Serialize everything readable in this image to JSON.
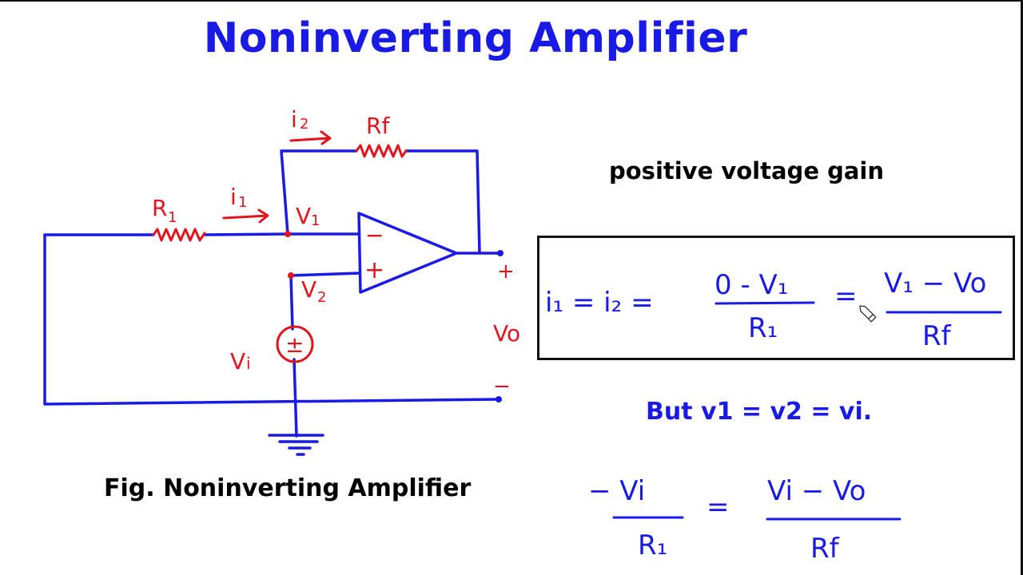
{
  "title": "Noninverting Amplifier",
  "subtitle": "positive voltage gain",
  "figure_caption": "Fig. Noninverting Amplifier",
  "colors": {
    "wire": "#1a1ae6",
    "annotation": "#e0151d",
    "text": "#000000",
    "title": "#1a1ae6"
  },
  "circuit": {
    "labels": {
      "r1": "R",
      "r1_sub": "1",
      "rf": "Rf",
      "i1": "i",
      "i1_sub": "1",
      "i2": "i",
      "i2_sub": "2",
      "v1": "V",
      "v1_sub": "1",
      "v2": "V",
      "v2_sub": "2",
      "vi": "V",
      "vi_sub": "i",
      "vo": "Vo",
      "opamp_minus": "−",
      "opamp_plus": "+",
      "out_plus": "+",
      "out_minus": "−",
      "source_sign": "±"
    }
  },
  "equation_box": {
    "lhs": "i₁ = i₂ =",
    "frac1_num": "0 - V₁",
    "frac1_den": "R₁",
    "eq": "=",
    "frac2_num": "V₁ − Vo",
    "frac2_den": "Rf"
  },
  "condition": "But v1 = v2 = vi.",
  "equation2": {
    "frac1_num": "− Vi",
    "frac1_den": "R₁",
    "eq": "=",
    "frac2_num": "Vi − Vo",
    "frac2_den": "Rf"
  },
  "cursor": "pencil-cursor"
}
